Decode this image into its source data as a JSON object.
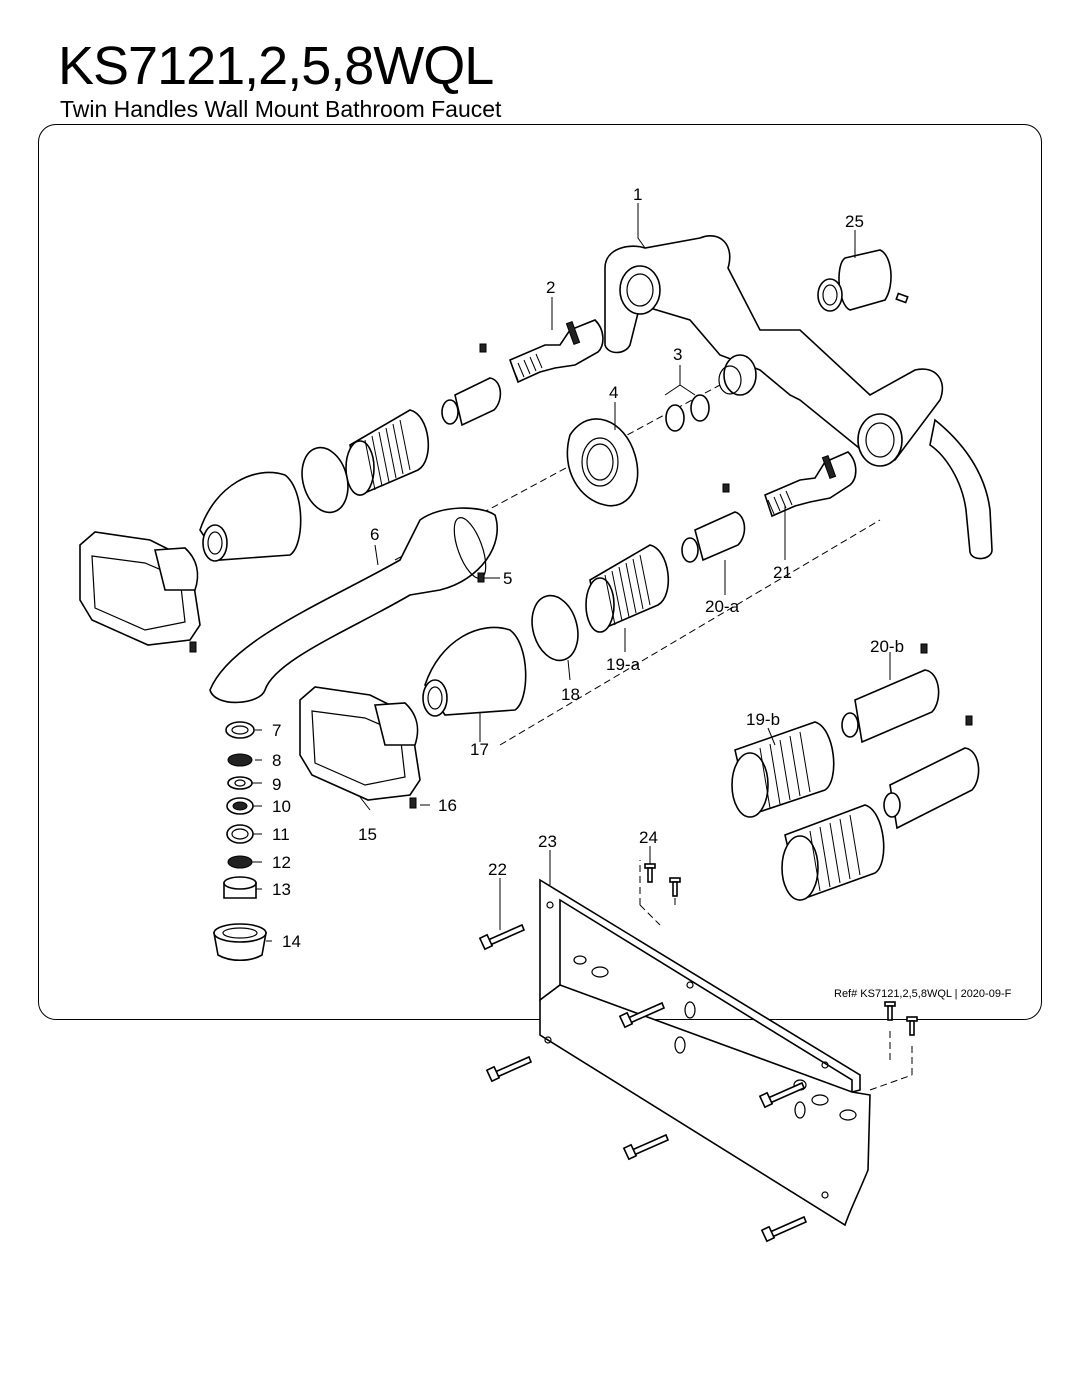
{
  "header": {
    "title": "KS7121,2,5,8WQL",
    "subtitle": "Twin Handles Wall Mount Bathroom Faucet"
  },
  "footer": {
    "reference": "Ref# KS7121,2,5,8WQL | 2020-09-F"
  },
  "callouts": [
    "1",
    "2",
    "3",
    "4",
    "5",
    "6",
    "7",
    "8",
    "9",
    "10",
    "11",
    "12",
    "13",
    "14",
    "15",
    "16",
    "17",
    "18",
    "19-a",
    "19-b",
    "20-a",
    "20-b",
    "21",
    "22",
    "23",
    "24",
    "25"
  ]
}
